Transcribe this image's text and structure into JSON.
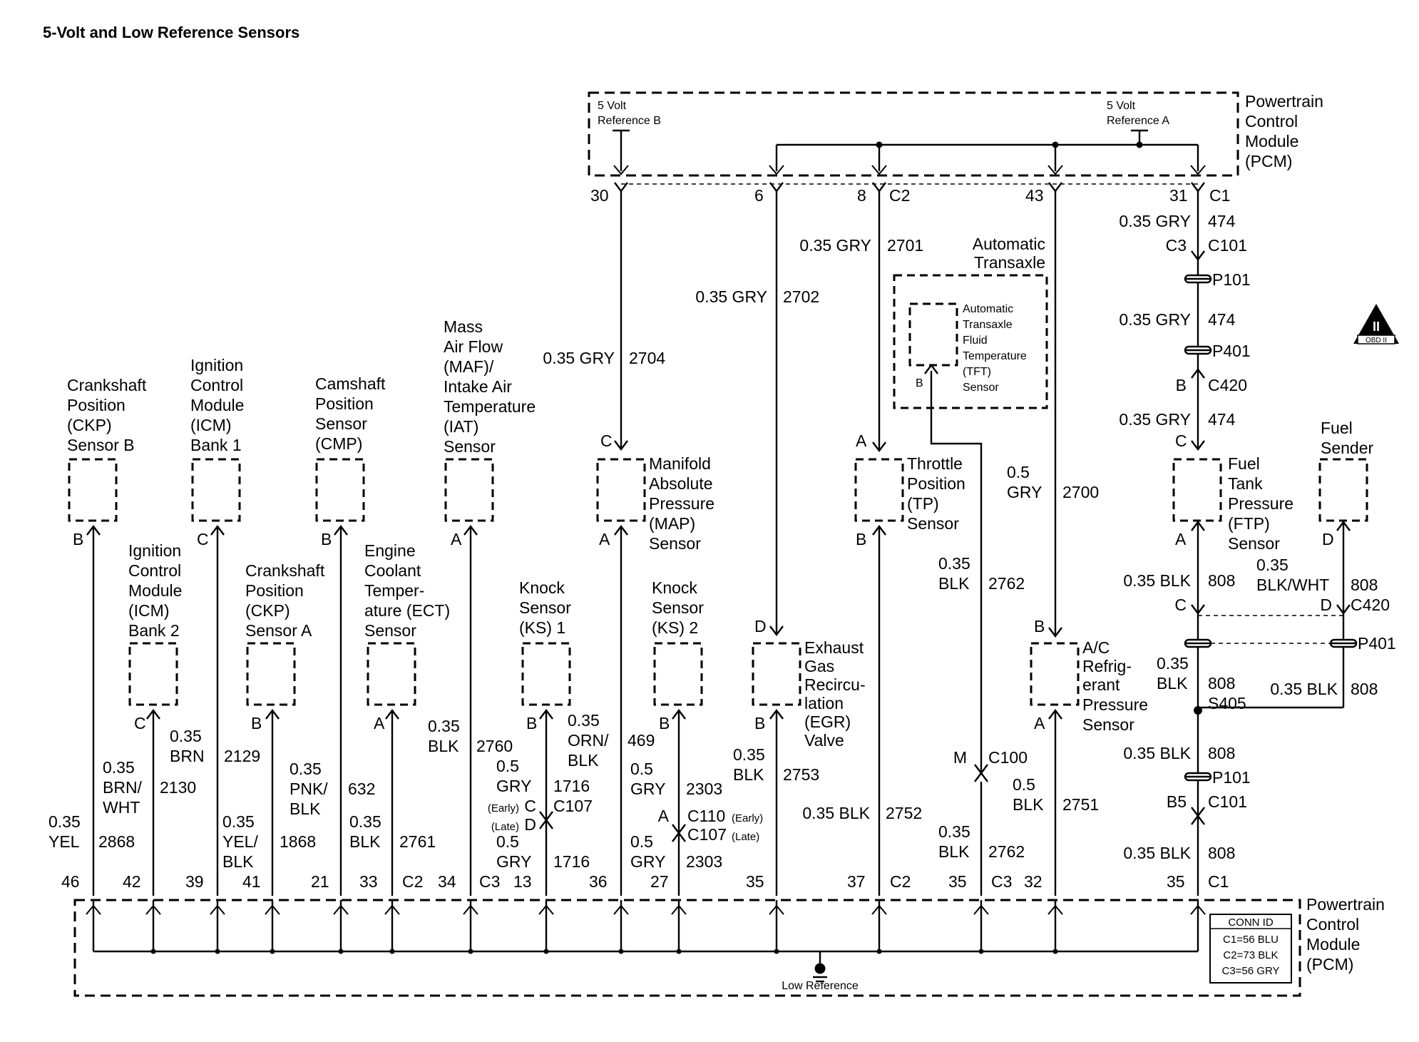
{
  "title": "5-Volt and Low Reference Sensors",
  "pcm_top": {
    "label": [
      "Powertrain",
      "Control",
      "Module",
      "(PCM)"
    ],
    "ref_b": [
      "5 Volt",
      "Reference B"
    ],
    "ref_a": [
      "5 Volt",
      "Reference A"
    ]
  },
  "pcm_bottom": {
    "label": [
      "Powertrain",
      "Control",
      "Module",
      "(PCM)"
    ],
    "low_reference": "Low Reference",
    "conn_id": {
      "title": "CONN ID",
      "rows": [
        "C1=56 BLU",
        "C2=73 BLK",
        "C3=56 GRY"
      ]
    }
  },
  "obd_badge": {
    "glyph": "II",
    "text": "OBD II"
  },
  "sensors": {
    "ckp_b": [
      "Crankshaft",
      "Position",
      "(CKP)",
      "Sensor B"
    ],
    "icm_1": [
      "Ignition",
      "Control",
      "Module",
      "(ICM)",
      "Bank 1"
    ],
    "cmp": [
      "Camshaft",
      "Position",
      "Sensor",
      "(CMP)"
    ],
    "maf": [
      "Mass",
      "Air Flow",
      "(MAF)/",
      "Intake Air",
      "Temperature",
      "(IAT)",
      "Sensor"
    ],
    "icm_2": [
      "Ignition",
      "Control",
      "Module",
      "(ICM)",
      "Bank 2"
    ],
    "ckp_a": [
      "Crankshaft",
      "Position",
      "(CKP)",
      "Sensor A"
    ],
    "ect": [
      "Engine",
      "Coolant",
      "Temper-",
      "ature (ECT)",
      "Sensor"
    ],
    "ks1": [
      "Knock",
      "Sensor",
      "(KS) 1"
    ],
    "ks2": [
      "Knock",
      "Sensor",
      "(KS) 2"
    ],
    "map": [
      "Manifold",
      "Absolute",
      "Pressure",
      "(MAP)",
      "Sensor"
    ],
    "egr": [
      "Exhaust",
      "Gas",
      "Recircu-",
      "lation",
      "(EGR)",
      "Valve"
    ],
    "tp": [
      "Throttle",
      "Position",
      "(TP)",
      "Sensor"
    ],
    "transaxle": [
      "Automatic",
      "Transaxle"
    ],
    "tft": [
      "Automatic",
      "Transaxle",
      "Fluid",
      "Temperature",
      "(TFT)",
      "Sensor"
    ],
    "ac": [
      "A/C",
      "Refrig-",
      "erant",
      "Pressure",
      "Sensor"
    ],
    "ftp": [
      "Fuel",
      "Tank",
      "Pressure",
      "(FTP)",
      "Sensor"
    ],
    "fuel_sender": [
      "Fuel",
      "Sender"
    ]
  },
  "pins_top": {
    "p30": "30",
    "p6": "6",
    "p8": "8",
    "c2": "C2",
    "p43": "43",
    "p31": "31",
    "c1": "C1"
  },
  "pins_bottom": {
    "p46": "46",
    "p42": "42",
    "p39": "39",
    "p41": "41",
    "p21": "21",
    "p33": "33",
    "c2": "C2",
    "p34": "34",
    "c3a": "C3",
    "p13": "13",
    "p36": "36",
    "p27": "27",
    "p35a": "35",
    "p37": "37",
    "c2b": "C2",
    "p35b": "35",
    "c3b": "C3",
    "p32": "32",
    "p35c": "35",
    "c1": "C1"
  },
  "wires": {
    "w2704": [
      "0.35 GRY",
      "2704"
    ],
    "w2702": [
      "0.35 GRY",
      "2702"
    ],
    "w2701": [
      "0.35 GRY",
      "2701"
    ],
    "w2700": [
      "0.5",
      "GRY",
      "2700"
    ],
    "w474a": [
      "0.35 GRY",
      "474"
    ],
    "w474b": [
      "0.35 GRY",
      "474"
    ],
    "w474c": [
      "0.35 GRY",
      "474"
    ],
    "w2868": [
      "0.35",
      "YEL",
      "2868"
    ],
    "w2130": [
      "0.35",
      "BRN/",
      "WHT",
      "2130"
    ],
    "w2129": [
      "0.35",
      "BRN",
      "2129"
    ],
    "w1868": [
      "0.35",
      "YEL/",
      "BLK",
      "1868"
    ],
    "w632": [
      "0.35",
      "PNK/",
      "BLK",
      "632"
    ],
    "w2761": [
      "0.35",
      "BLK",
      "2761"
    ],
    "w2760": [
      "0.35",
      "BLK",
      "2760"
    ],
    "w1716a": [
      "0.5",
      "GRY",
      "1716"
    ],
    "w1716b": [
      "0.5",
      "GRY",
      "1716"
    ],
    "w469": [
      "0.35",
      "ORN/",
      "BLK",
      "469"
    ],
    "w2303a": [
      "0.5",
      "GRY",
      "2303"
    ],
    "w2303b": [
      "0.5",
      "GRY",
      "2303"
    ],
    "w2753": [
      "0.35",
      "BLK",
      "2753"
    ],
    "w2752": [
      "0.35 BLK",
      "2752"
    ],
    "w2762a": [
      "0.35",
      "BLK",
      "2762"
    ],
    "w2762b": [
      "0.35",
      "BLK",
      "2762"
    ],
    "w2751": [
      "0.5",
      "BLK",
      "2751"
    ],
    "w808a": [
      "0.35 BLK",
      "808"
    ],
    "w808b": [
      "0.35",
      "BLK/WHT",
      "808"
    ],
    "w808c": [
      "0.35",
      "BLK",
      "808"
    ],
    "w808d": [
      "0.35 BLK",
      "808"
    ],
    "w808e": [
      "0.35 BLK",
      "808"
    ],
    "w808f": [
      "0.35 BLK",
      "808"
    ]
  },
  "connectors": {
    "c3": "C3",
    "c101": "C101",
    "p101": "P101",
    "p401": "P401",
    "b": "B",
    "c420": "C420",
    "c": "C",
    "a": "A",
    "d": "D",
    "c420b": "C420",
    "p401b": "P401",
    "s405": "S405",
    "p101b": "P101",
    "b5": "B5",
    "c101b": "C101",
    "c107": "C107",
    "ks1_c": "C",
    "ks1_d": "D",
    "early": "(Early)",
    "late": "(Late)",
    "c110": "C110",
    "c107b": "C107",
    "early2": "(Early)",
    "late2": "(Late)",
    "ks2_a": "A",
    "m": "M",
    "c100": "C100"
  },
  "sensor_pins": {
    "ckp_b": "B",
    "icm_1": "C",
    "cmp": "B",
    "maf": "A",
    "icm_2": "C",
    "ckp_a": "B",
    "ect": "A",
    "ks1": "B",
    "ks2": "B",
    "map_top": "C",
    "map_bot": "A",
    "egr_top": "D",
    "egr_bot": "B",
    "tp_top": "A",
    "tp_bot": "B",
    "tft": "B",
    "ac_top": "B",
    "ac_bot": "A",
    "ftp_top": "C",
    "ftp_bot": "A",
    "fuel_sender": "D"
  }
}
